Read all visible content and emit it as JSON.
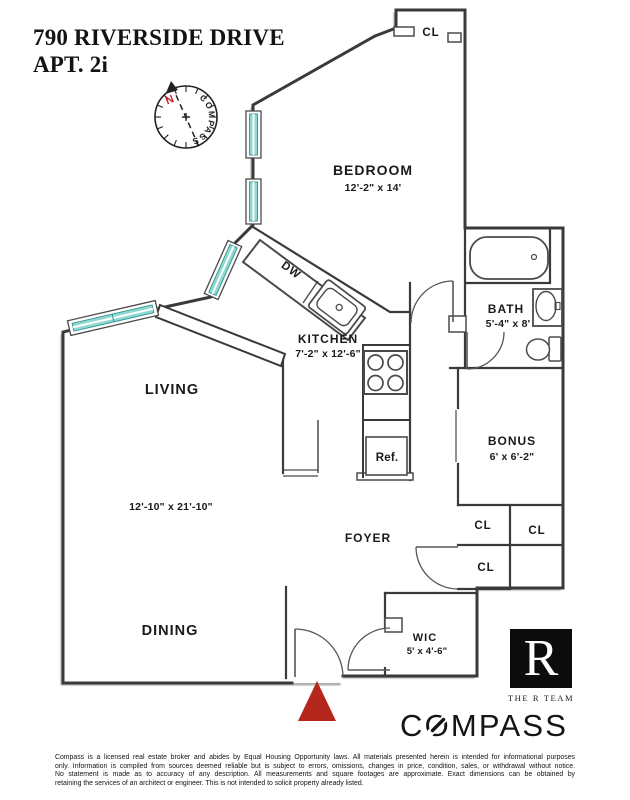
{
  "title": {
    "line1": "790 RIVERSIDE DRIVE",
    "line2": "APT. 2i"
  },
  "compass_rose": {
    "north_label": "N",
    "ring_text": "COMPASS"
  },
  "rooms": {
    "bedroom": {
      "name": "BEDROOM",
      "dims": "12'-2\" x 14'"
    },
    "bath": {
      "name": "BATH",
      "dims": "5'-4\" x 8'"
    },
    "kitchen": {
      "name": "KITCHEN",
      "dims": "7'-2\" x 12'-6\""
    },
    "living": {
      "name": "LIVING",
      "dims": "12'-10\" x 21'-10\""
    },
    "dining": {
      "name": "DINING"
    },
    "foyer": {
      "name": "FOYER"
    },
    "bonus": {
      "name": "BONUS",
      "dims": "6' x 6'-2\""
    },
    "wic": {
      "name": "WIC",
      "dims": "5' x 4'-6\""
    },
    "closets": {
      "top": "CL",
      "upper": "CL",
      "right": "CL",
      "lower": "CL"
    }
  },
  "fixtures": {
    "dishwasher": "DW",
    "refrigerator": "Ref."
  },
  "branding": {
    "team_initial": "R",
    "team_name": "THE R TEAM",
    "brokerage": "COMPASS"
  },
  "colors": {
    "window_glass": "#8fd8d2",
    "window_frame": "#2f948e",
    "entry_marker": "#b5271d",
    "north_red": "#cc2222"
  },
  "disclaimer": {
    "lines": [
      "Compass is a licensed real estate broker and abides by Equal Housing Opportunity laws. All materials presented herein is intended for informational purposes",
      "only. Information is compiled from sources deemed reliable but is subject to errors, omissions, changes in price, condition, sales, or withdrawal without notice.",
      "No statement is made as to accuracy of any description. All measurements and square footages are approximate. Exact dimensions can be obtained by",
      "retaining the services of an architect or engineer. This is not intended to solicit property already listed."
    ]
  }
}
